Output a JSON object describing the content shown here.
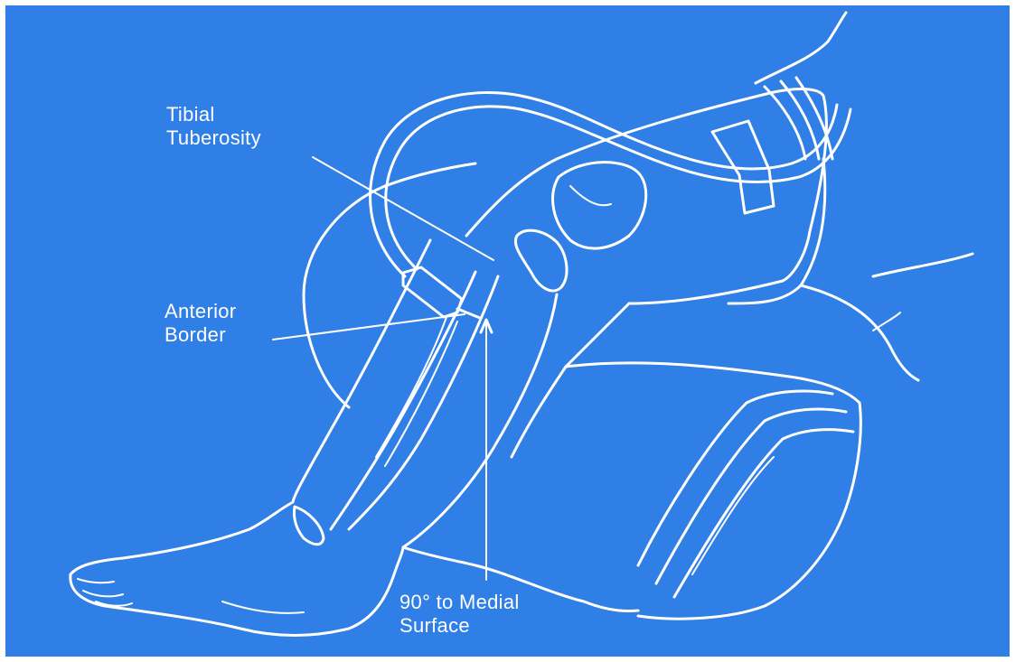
{
  "labels": {
    "tibial_tuberosity": [
      "Tibial",
      "Tuberosity"
    ],
    "anterior_border": [
      "Anterior",
      "Border"
    ],
    "angle": [
      "90° to Medial",
      "Surface"
    ]
  },
  "colors": {
    "background": "#2f7fe6",
    "line": "#ffffff",
    "frame": "#ffffff"
  }
}
